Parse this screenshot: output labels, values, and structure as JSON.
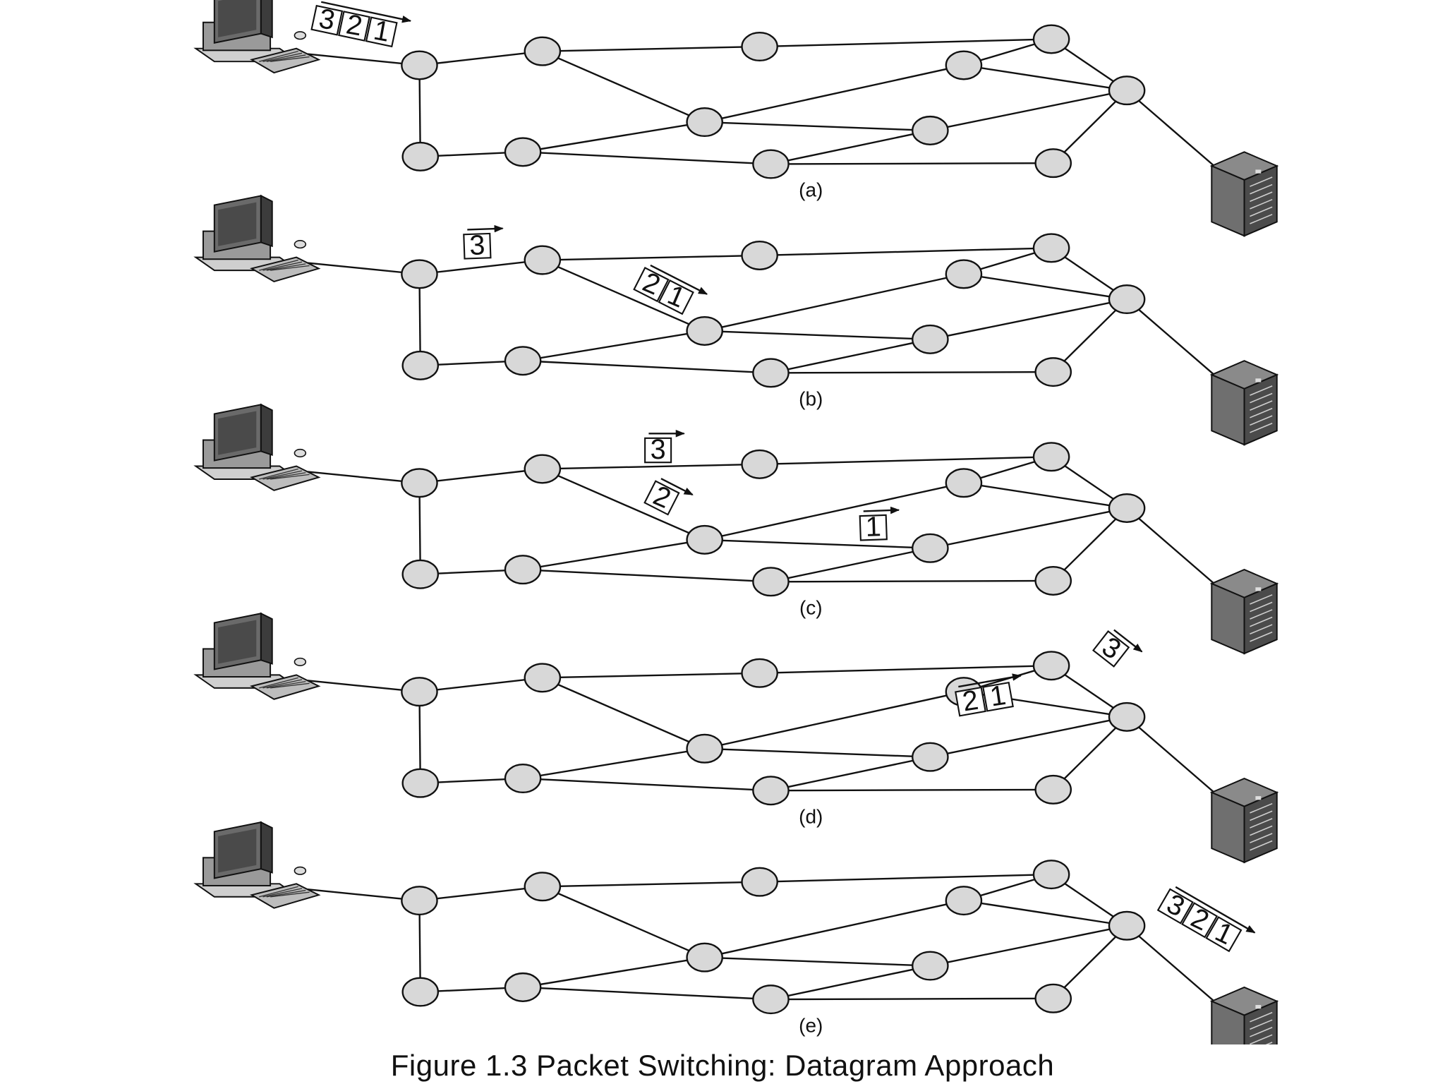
{
  "figure": {
    "caption": "Figure 1.3  Packet Switching: Datagram Approach",
    "panel_labels": [
      "(a)",
      "(b)",
      "(c)",
      "(d)",
      "(e)"
    ],
    "node_fill": "#d8d8d8",
    "edge_color": "#111111"
  },
  "panels": [
    {
      "label": "(a)",
      "packets": [
        {
          "numbers": [
            "3",
            "2",
            "1"
          ],
          "location": "host link"
        }
      ]
    },
    {
      "label": "(b)",
      "packets": [
        {
          "numbers": [
            "3"
          ],
          "location": "first link"
        },
        {
          "numbers": [
            "2",
            "1"
          ],
          "location": "diagonal link"
        }
      ]
    },
    {
      "label": "(c)",
      "packets": [
        {
          "numbers": [
            "3"
          ],
          "location": "top link"
        },
        {
          "numbers": [
            "2"
          ],
          "location": "diagonal link"
        },
        {
          "numbers": [
            "1"
          ],
          "location": "middle link"
        }
      ]
    },
    {
      "label": "(d)",
      "packets": [
        {
          "numbers": [
            "3"
          ],
          "location": "upper right link"
        },
        {
          "numbers": [
            "2",
            "1"
          ],
          "location": "lower right link"
        }
      ]
    },
    {
      "label": "(e)",
      "packets": [
        {
          "numbers": [
            "3",
            "2",
            "1"
          ],
          "location": "server link"
        }
      ]
    }
  ]
}
